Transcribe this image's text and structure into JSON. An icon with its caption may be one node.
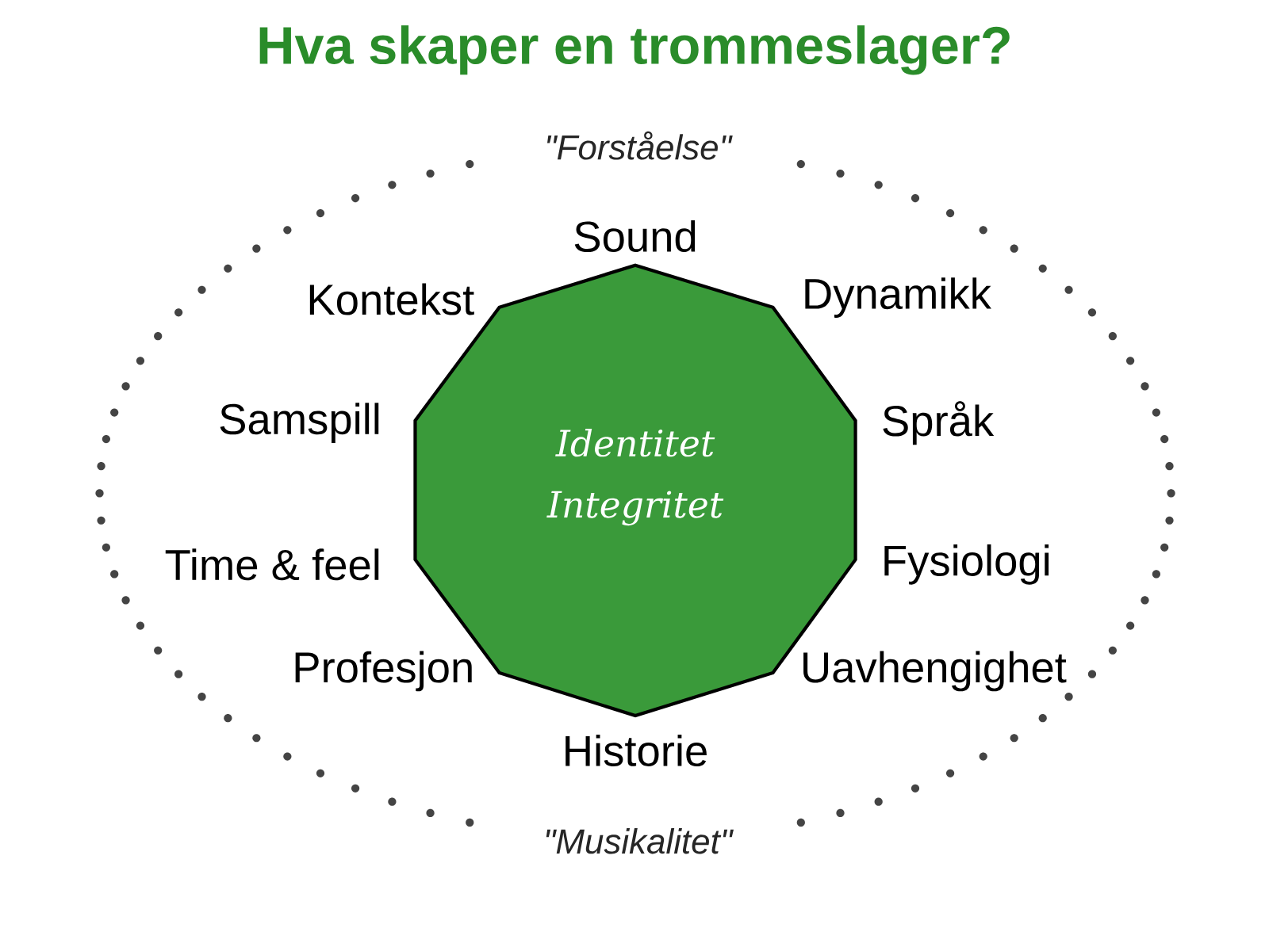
{
  "diagram": {
    "title": "Hva skaper en trommeslager?",
    "nodes": [
      {
        "text": [
          "\"Forståelse\"",
          "\"Musikalitet\""
        ]
      },
      {
        "text": [
          "Identitet",
          "Integritet"
        ],
        "in": 0,
        "beside": [
          "Sound",
          "Kontekst",
          "Dynamikk",
          "Samspill",
          "Språk",
          "Time & feel",
          "Fysiologi",
          "Profesjon",
          "Uavhengighet",
          "Historie"
        ]
      }
    ]
  }
}
